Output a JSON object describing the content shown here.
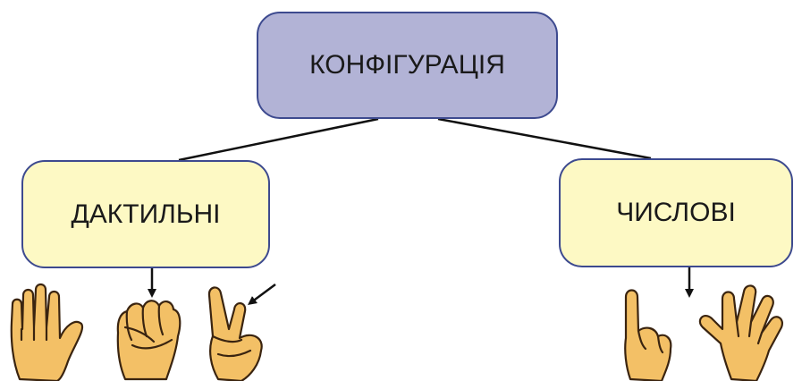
{
  "diagram": {
    "root": {
      "label": "КОНФІГУРАЦІЯ"
    },
    "children": [
      {
        "id": "left",
        "label": "ДАКТИЛЬНІ"
      },
      {
        "id": "right",
        "label": "ЧИСЛОВІ"
      }
    ],
    "hands": {
      "left": [
        "open-palm-hand-icon",
        "fist-hand-icon",
        "two-fingers-hand-icon"
      ],
      "right": [
        "index-finger-hand-icon",
        "spread-hand-icon"
      ]
    }
  },
  "colors": {
    "root_fill": "#b2b3d6",
    "child_fill": "#fdf9c4",
    "border": "#3d4a8f",
    "connector": "#111111",
    "skin": "#f3c066",
    "skin_outline": "#3a2410"
  }
}
